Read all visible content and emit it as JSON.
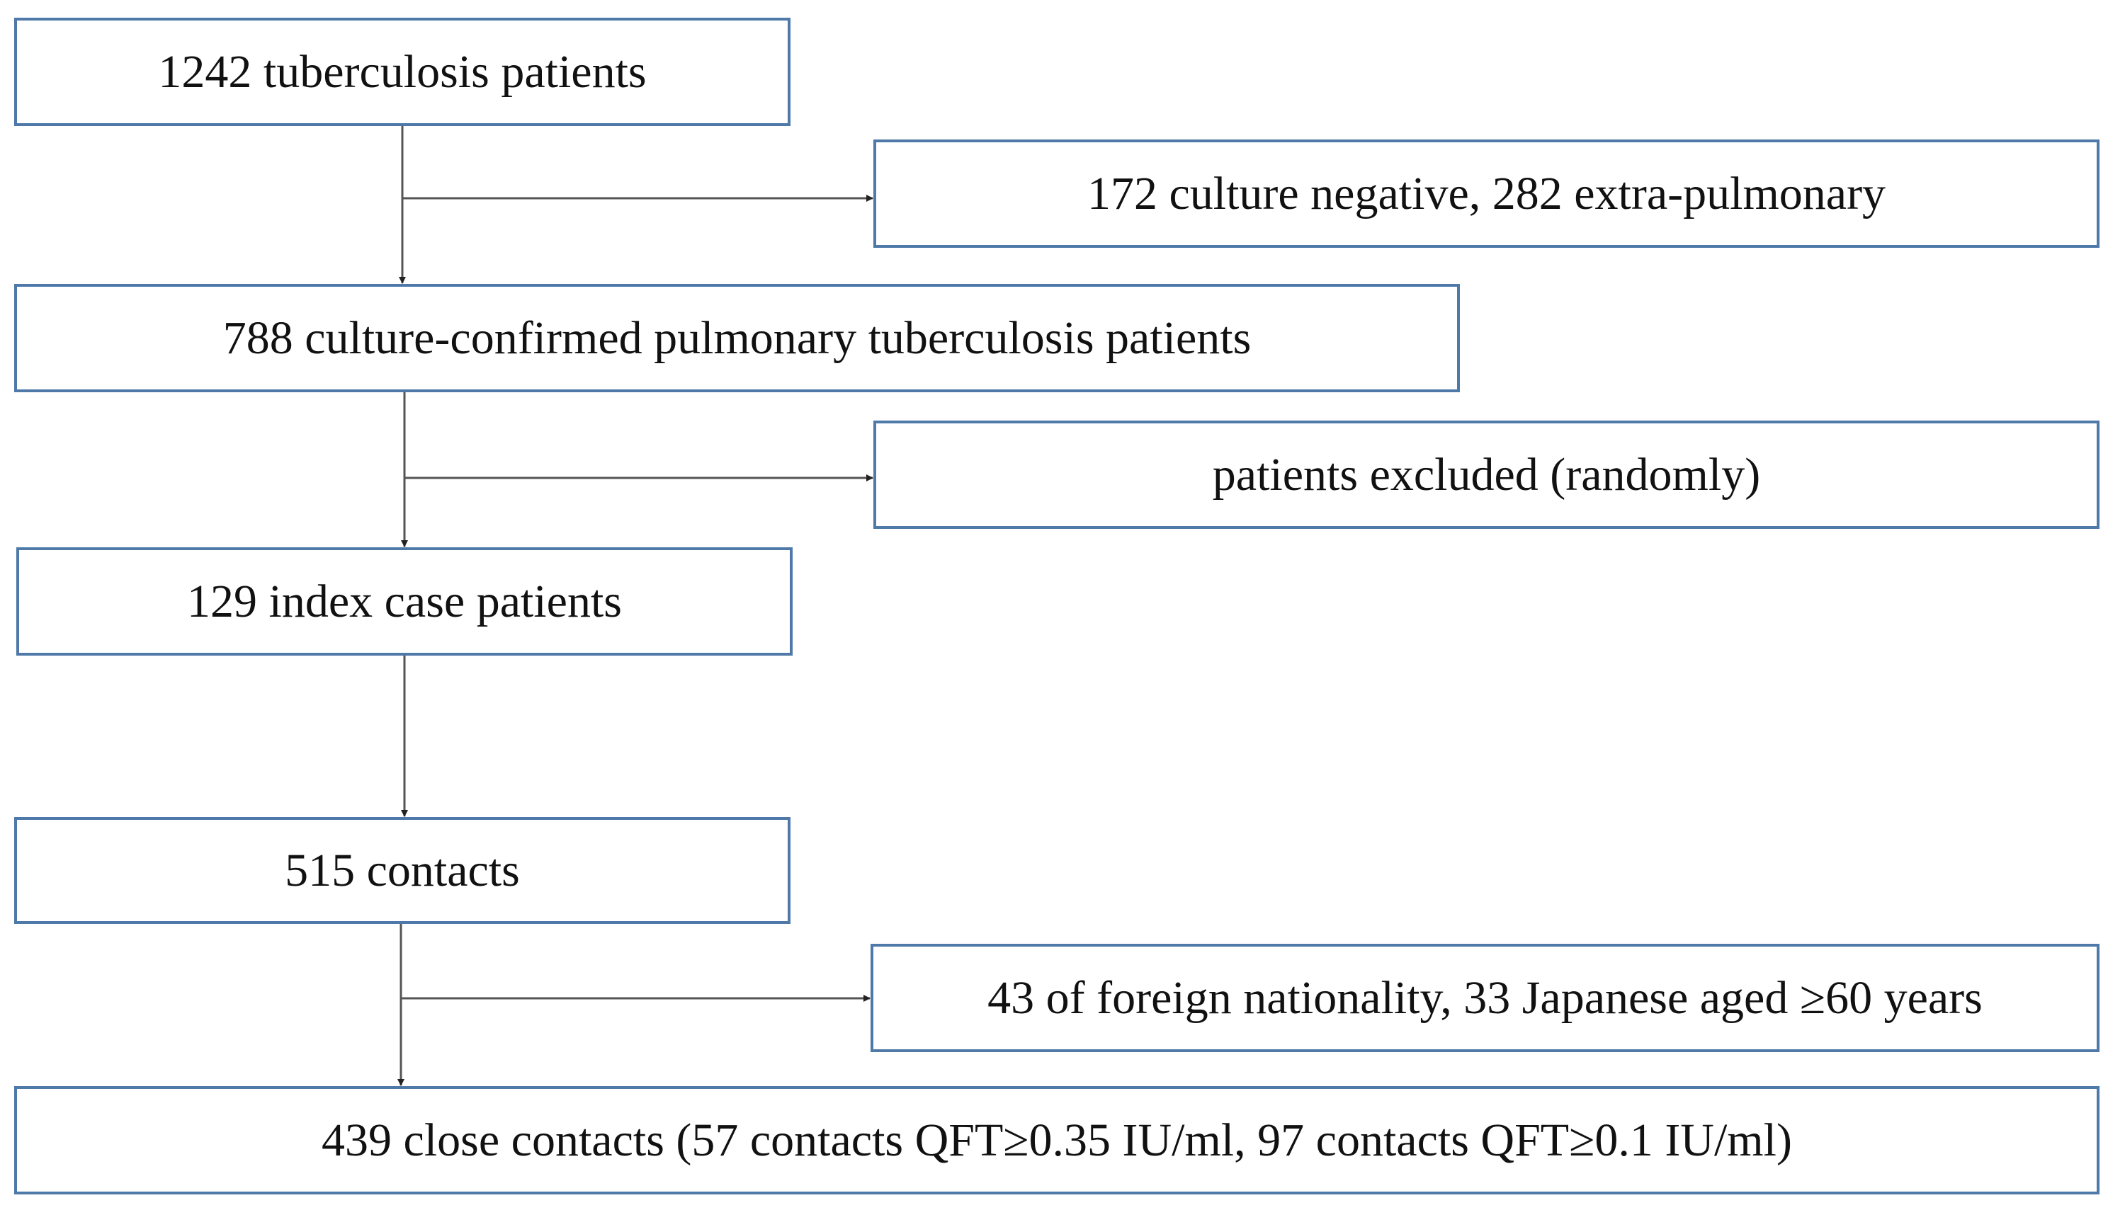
{
  "flowchart": {
    "steps": [
      {
        "id": "all_patients",
        "text": "1242 tuberculosis patients"
      },
      {
        "id": "culture_confirmed",
        "text": "788 culture-confirmed pulmonary tuberculosis patients"
      },
      {
        "id": "index_cases",
        "text": "129 index case patients"
      },
      {
        "id": "contacts",
        "text": "515 contacts"
      },
      {
        "id": "close_contacts",
        "text": "439 close contacts (57 contacts QFT≥0.35 IU/ml, 97 contacts QFT≥0.1 IU/ml)"
      }
    ],
    "exclusions": [
      {
        "id": "excl_culture",
        "text": "172 culture negative, 282 extra-pulmonary"
      },
      {
        "id": "excl_random",
        "text": "patients excluded (randomly)"
      },
      {
        "id": "excl_contacts",
        "text": "43 of foreign nationality, 33 Japanese aged ≥60 years"
      }
    ],
    "colors": {
      "box_border": "#4f79a8",
      "connector": "#555555"
    }
  }
}
